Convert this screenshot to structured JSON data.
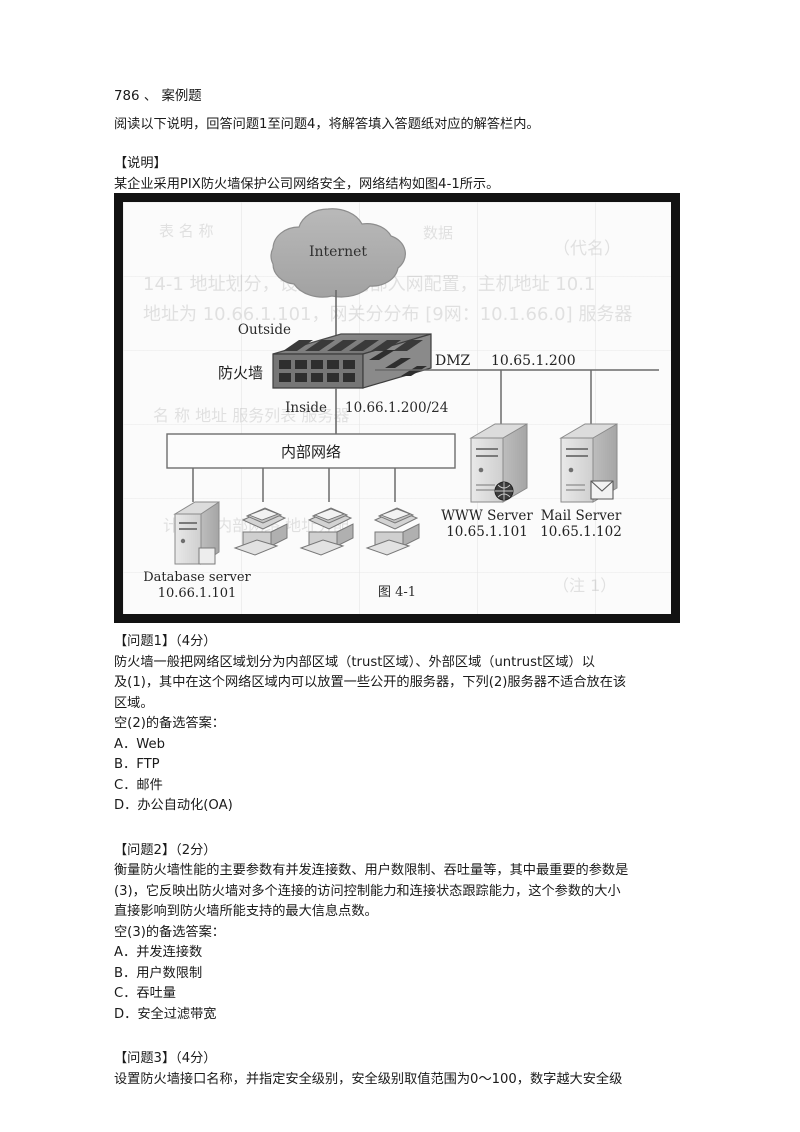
{
  "header": {
    "question_number": "786 、 案例题",
    "instruction": "阅读以下说明，回答问题1至问题4，将解答填入答题纸对应的解答栏内。"
  },
  "description": {
    "heading": "【说明】",
    "text": "某企业采用PIX防火墙保护公司网络安全，网络结构如图4-1所示。"
  },
  "figure": {
    "caption": "图 4-1",
    "cloud_label": "Internet",
    "firewall_label": "防火墙",
    "outside_label": "Outside",
    "inside_label": "Inside",
    "inside_address": "10.66.1.200/24",
    "dmz_label": "DMZ",
    "dmz_address": "10.65.1.200",
    "internal_network_label": "内部网络",
    "servers": [
      {
        "name": "WWW Server",
        "address": "10.65.1.101"
      },
      {
        "name": "Mail Server",
        "address": "10.65.1.102"
      }
    ],
    "database_server": {
      "name": "Database server",
      "address": "10.66.1.101"
    },
    "workstation_count": 3
  },
  "questions": [
    {
      "heading": "【问题1】（4分）",
      "body_lines": [
        "防火墙一般把网络区域划分为内部区域（trust区域）、外部区域（untrust区域）以",
        "及(1)，其中在这个网络区域内可以放置一些公开的服务器，下列(2)服务器不适合放在该",
        "区域。"
      ],
      "options_prompt": "空(2)的备选答案：",
      "options": [
        "A．Web",
        "B．FTP",
        "C．邮件",
        "D．办公自动化(OA)"
      ]
    },
    {
      "heading": "【问题2】（2分）",
      "body_lines": [
        "衡量防火墙性能的主要参数有并发连接数、用户数限制、吞吐量等，其中最重要的参数是",
        "(3)，它反映出防火墙对多个连接的访问控制能力和连接状态跟踪能力，这个参数的大小",
        "直接影响到防火墙所能支持的最大信息点数。"
      ],
      "options_prompt": "空(3)的备选答案：",
      "options": [
        "A．并发连接数",
        "B．用户数限制",
        "C．吞吐量",
        "D．安全过滤带宽"
      ]
    },
    {
      "heading": "【问题3】（4分）",
      "body_lines": [
        "设置防火墙接口名称，并指定安全级别，安全级别取值范围为0～100，数字越大安全级"
      ],
      "options_prompt": "",
      "options": []
    }
  ]
}
